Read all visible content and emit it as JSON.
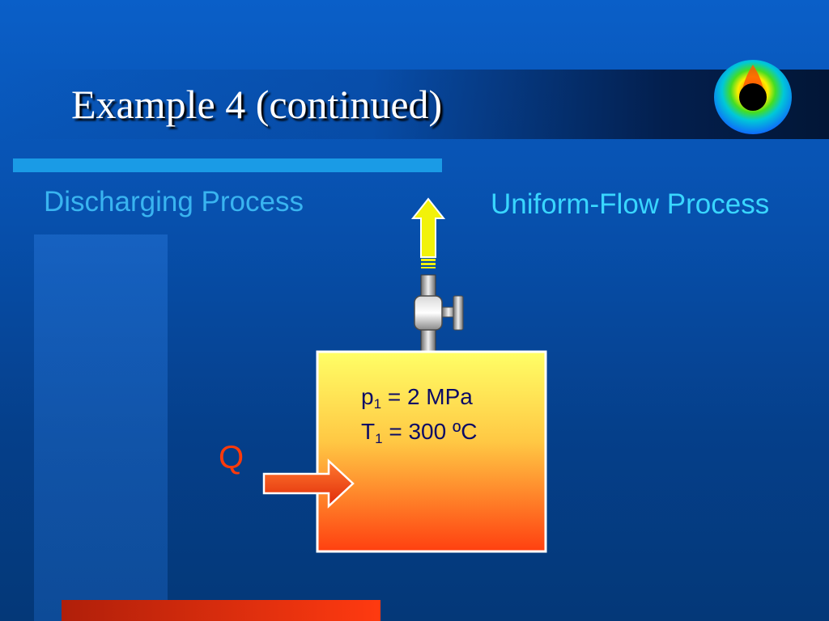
{
  "slide": {
    "title": "Example 4  (continued)",
    "left_label": "Discharging Process",
    "right_label": "Uniform-Flow Process",
    "tank": {
      "pressure_symbol": "p",
      "pressure_sub": "1",
      "pressure_value": " = 2 MPa",
      "temperature_symbol": "T",
      "temperature_sub": "1",
      "temperature_value": " = 300 ºC"
    },
    "heat_label": "Q"
  },
  "colors": {
    "background": "#0750ad",
    "accent_line": "#1a9be6",
    "label_left": "#39b4f0",
    "label_right": "#39d6ff",
    "heat_arrow": "#ff3a0a",
    "outlet_arrow": "#f2f20a",
    "tank_top": "#ffff66",
    "tank_bottom": "#ff4010"
  },
  "icons": [
    "thermal-field-logo-icon",
    "outlet-arrow-icon",
    "valve-icon",
    "heat-arrow-icon"
  ]
}
